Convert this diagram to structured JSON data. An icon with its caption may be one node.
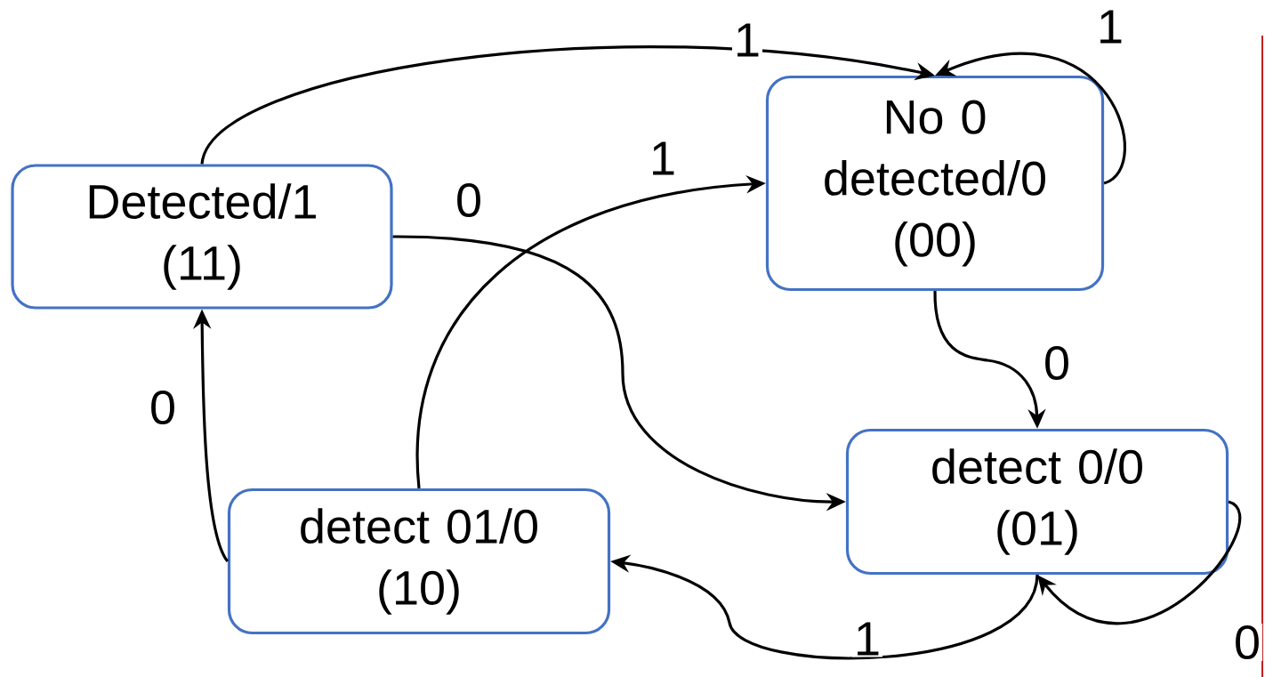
{
  "diagram": {
    "nodes": [
      {
        "text": [
          "Detected/1",
          "(11)"
        ]
      },
      {
        "text": [
          "No 0 detected/0",
          "(00)"
        ]
      },
      {
        "text": [
          "detect 0/0",
          "(01)"
        ]
      },
      {
        "text": [
          "detect 01/0",
          "(10)"
        ]
      }
    ],
    "edges": [
      {
        "from": 0,
        "to": 1,
        "arrow": "to",
        "label": "1"
      },
      {
        "from": 1,
        "to": 1,
        "arrow": "to",
        "label": "1"
      },
      {
        "from": 3,
        "to": 1,
        "arrow": "to",
        "label": "1"
      },
      {
        "from": 0,
        "to": 2,
        "arrow": "to",
        "label": "0"
      },
      {
        "from": 1,
        "to": 2,
        "arrow": "to",
        "label": "0"
      },
      {
        "from": 2,
        "to": 2,
        "arrow": "to",
        "label": "0"
      },
      {
        "from": 2,
        "to": 3,
        "arrow": "to",
        "label": "1"
      },
      {
        "from": 3,
        "to": 0,
        "arrow": "to",
        "label": "0"
      }
    ]
  }
}
